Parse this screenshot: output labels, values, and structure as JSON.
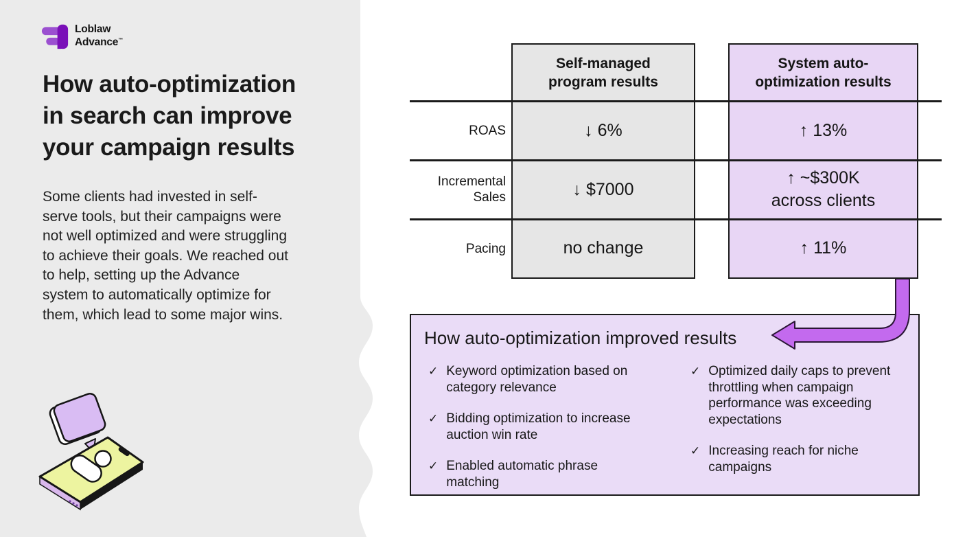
{
  "brand": {
    "line1": "Loblaw",
    "line2": "Advance",
    "tm": "™"
  },
  "left": {
    "title": "How auto-optimization\nin search can improve\nyour campaign results",
    "paragraph": "Some clients had invested in self-\nserve tools, but their campaigns were\nnot well optimized and were struggling\nto achieve their goals. We reached out\nto help, setting up the Advance\nsystem to automatically optimize for\nthem, which lead to some major wins."
  },
  "table": {
    "columns": [
      {
        "header": "Self-managed\nprogram results"
      },
      {
        "header": "System auto-\noptimization results"
      }
    ],
    "rows": [
      {
        "label": "ROAS",
        "self": "↓ 6%",
        "system": "↑ 13%"
      },
      {
        "label": "Incremental\nSales",
        "self": "↓ $7000",
        "system": "↑ ~$300K\nacross clients"
      },
      {
        "label": "Pacing",
        "self": "no change",
        "system": "↑ 11%"
      }
    ]
  },
  "results_box": {
    "heading": "How auto-optimization improved results",
    "check": "✓",
    "left_items": [
      "Keyword optimization based on\ncategory relevance",
      "Bidding optimization to increase\nauction win rate",
      "Enabled automatic phrase matching"
    ],
    "right_items": [
      "Optimized daily caps to prevent\nthrottling when campaign\nperformance was exceeding\nexpectations",
      "Increasing reach for niche\ncampaigns"
    ]
  },
  "colors": {
    "sidebar_bg": "#EBEBEB",
    "text": "#1A1A1A",
    "border": "#1A1A1A",
    "self_cell_bg": "#E6E6E6",
    "system_cell_bg": "#E8D6F5",
    "results_box_bg": "#EADCF7",
    "arrow_fill": "#C36AEE",
    "arrow_outline": "#2A1635",
    "logo_purple": "#9B4FD0",
    "logo_dark_purple": "#7A0FB8"
  }
}
